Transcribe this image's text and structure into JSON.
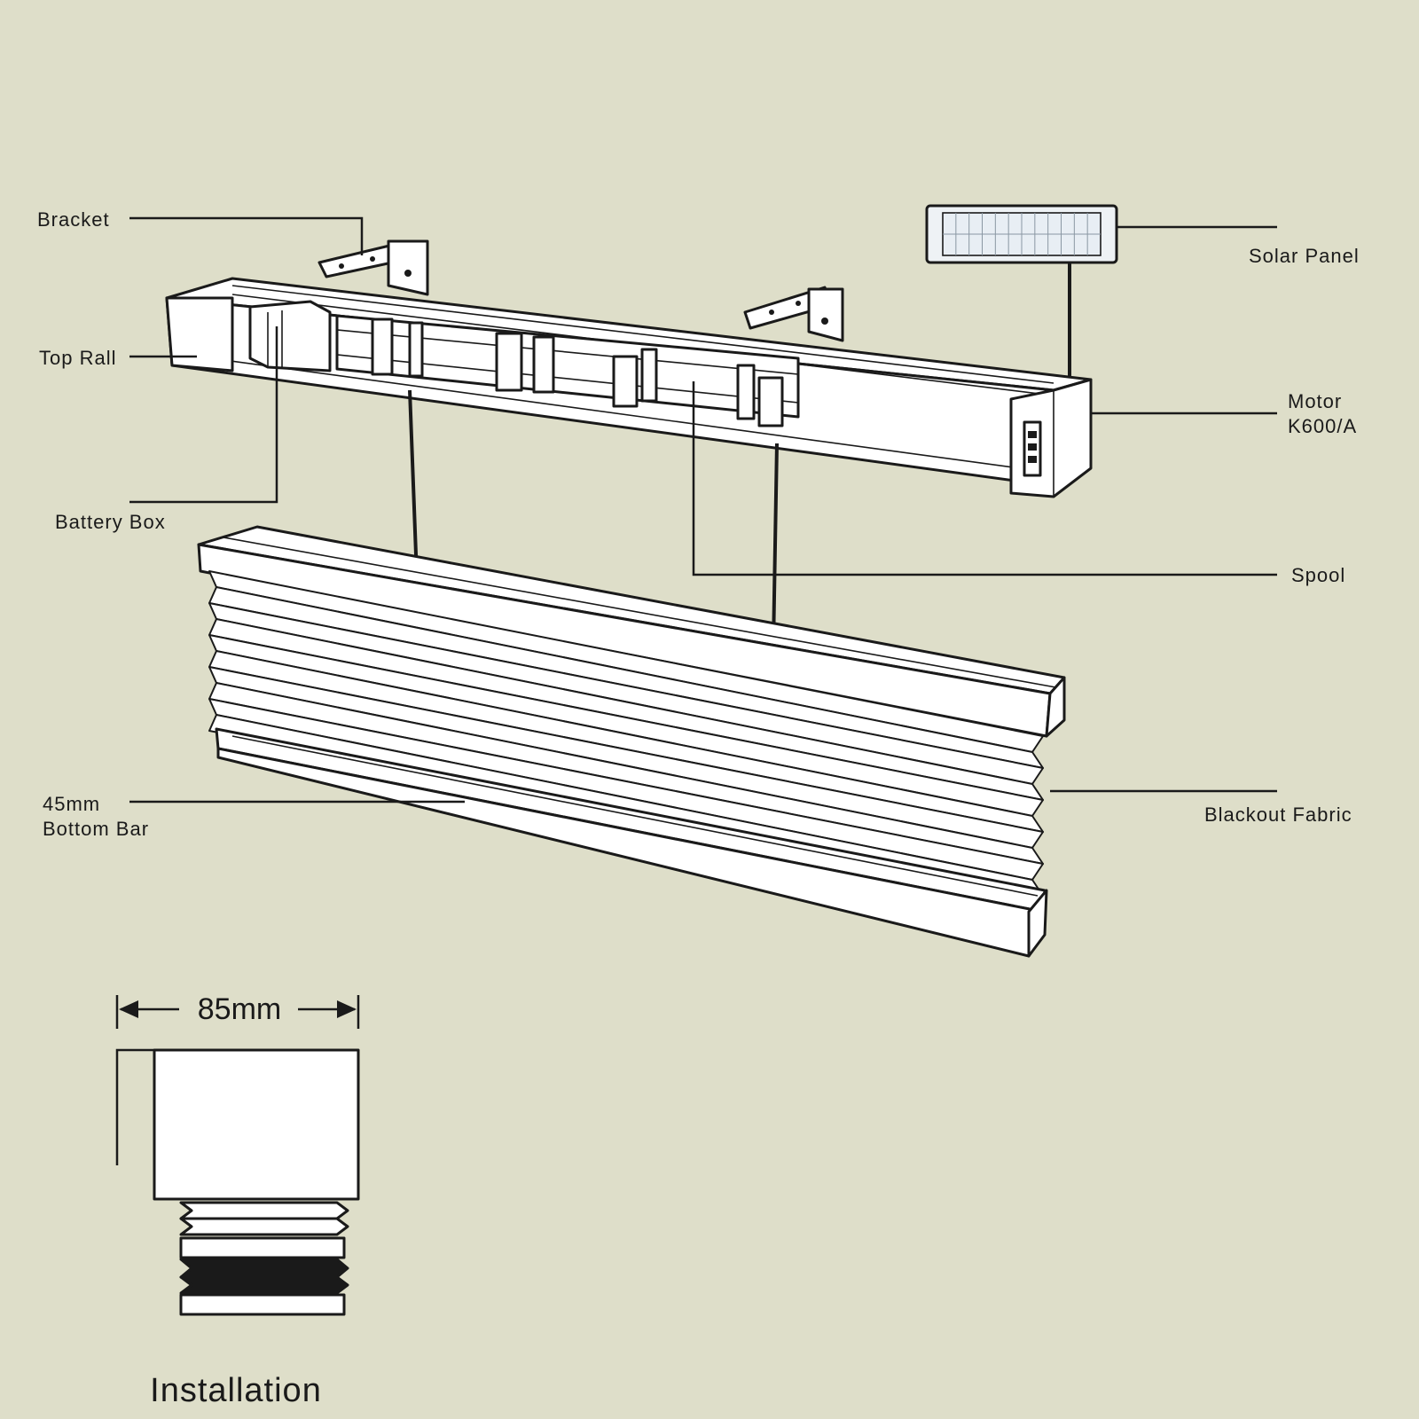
{
  "labels": {
    "bracket": "Bracket",
    "top_rail": "Top Rall",
    "battery_box": "Battery Box",
    "solar_panel": "Solar Panel",
    "motor_line1": "Motor",
    "motor_line2": "K600/A",
    "spool": "Spool",
    "bottom_bar_line1": "45mm",
    "bottom_bar_line2": "Bottom Bar",
    "blackout_fabric": "Blackout Fabric"
  },
  "installation": {
    "width_label": "85mm",
    "caption": "Installation"
  },
  "colors": {
    "background": "#dedec9",
    "line": "#1a1a1a",
    "part_fill": "#ffffff",
    "solar_cell": "#e8eef4"
  }
}
